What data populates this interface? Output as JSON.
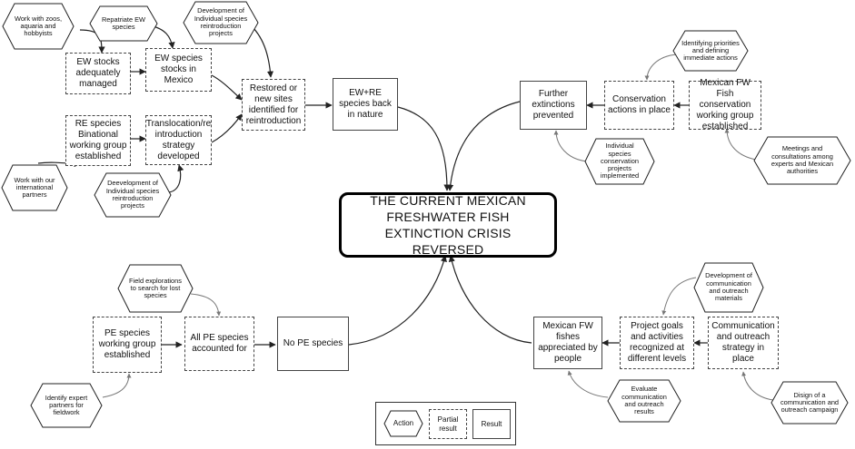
{
  "center": {
    "text": "THE CURRENT MEXICAN FRESHWATER FISH EXTINCTION CRISIS REVERSED"
  },
  "actions": {
    "zoos": "Work with zoos, aquaria and hobbyists",
    "repatriate": "Repatriate EW species",
    "dev_top": "Development of Individual species reintroduction projects",
    "international": "Work with our international partners",
    "dev_bottom": "Deevelopment of Individual species reintroduction projects",
    "priorities": "Identifying priorities and defining immediate actions",
    "individual": "Individual species conservation projects implemented",
    "meetings": "Meetings and consultations among experts and Mexican authorities",
    "field": "Field explorations to search for lost species",
    "identify": "Identify expert partners for fieldwork",
    "materials": "Development of communication and outreach materials",
    "evaluate": "Evaluate communication and outreach results",
    "design": "Disign of a communication and outreach campaign"
  },
  "partials": {
    "ew_stocks": "EW stocks adequately managed",
    "ew_mexico": "EW species stocks in Mexico",
    "re_group": "RE species Binational working group established",
    "translocation": "Translocation/re introduction strategy developed",
    "restored": "Restored or new sites identified for reintroduction",
    "conservation": "Conservation actions in place",
    "wg_fish": "Mexican FW Fish conservation working group established",
    "pe_group": "PE species working group established",
    "pe_accounted": "All PE species accounted for",
    "goals": "Project goals and activities recognized at different levels",
    "comm": "Communication and outreach strategy in place"
  },
  "results": {
    "ew_re": "EW+RE species back in nature",
    "extinctions": "Further extinctions prevented",
    "no_pe": "No PE species",
    "appreciated": "Mexican FW fishes appreciated by people"
  },
  "legend": {
    "action": "Action",
    "partial": "Partial result",
    "result": "Result"
  }
}
